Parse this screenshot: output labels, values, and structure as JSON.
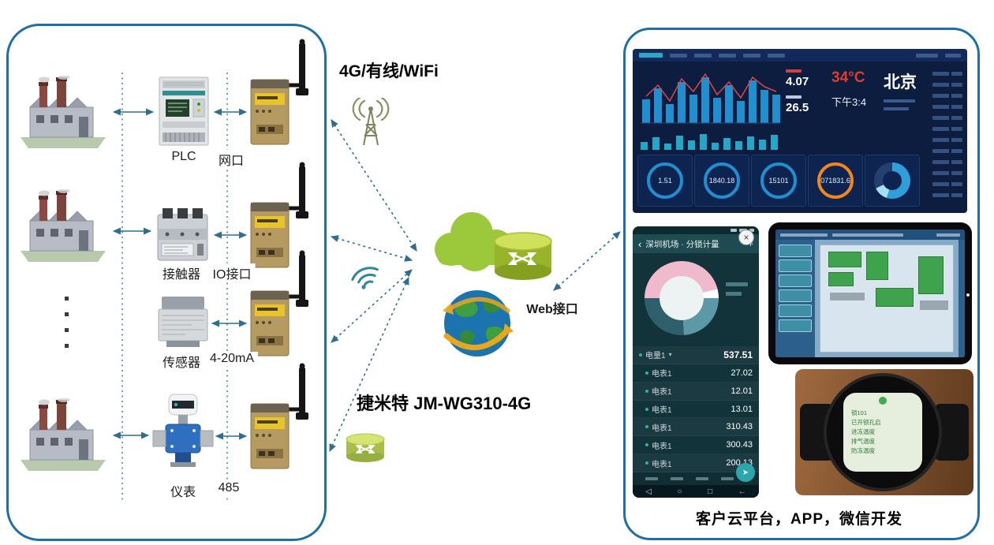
{
  "left_panel": {
    "rows": [
      {
        "device": "PLC",
        "port": "网口"
      },
      {
        "device": "接触器",
        "port": "IO接口"
      },
      {
        "device": "传感器",
        "port": "4-20mA"
      },
      {
        "device": "仪表",
        "port": "485"
      }
    ]
  },
  "middle": {
    "connectivity_label": "4G/有线/WiFi",
    "web_port_label": "Web接口",
    "gateway_name": "捷米特 JM-WG310-4G"
  },
  "right_panel": {
    "dashboard": {
      "kpi_top": "4.07",
      "kpi_bottom": "26.5",
      "temperature": "34°C",
      "time": "下午3:4",
      "city": "北京",
      "gauges": [
        "1.51",
        "1840.18",
        "15101",
        "071831.6"
      ]
    },
    "phone": {
      "title": "深圳机场 · 分锁计量",
      "rows": [
        {
          "label": "电量1",
          "value": "537.51"
        },
        {
          "label": "电表1",
          "value": "27.02"
        },
        {
          "label": "电表1",
          "value": "12.01"
        },
        {
          "label": "电表1",
          "value": "13.01"
        },
        {
          "label": "电表1",
          "value": "310.43"
        },
        {
          "label": "电表1",
          "value": "300.43"
        },
        {
          "label": "电表1",
          "value": "200.13"
        }
      ]
    },
    "watch": {
      "lines": [
        "锁101",
        "已开锁孔启",
        "进冻温度",
        "排气温度",
        "防冻温度"
      ]
    },
    "caption": "客户云平台，APP，微信开发"
  },
  "icons": {
    "back": "‹",
    "add": "+",
    "close": "×",
    "dropdown": "▾",
    "fab": "➤",
    "nav_menu": "◁",
    "nav_home": "○",
    "nav_recent": "□",
    "nav_back": "←"
  },
  "colors": {
    "panel_border": "#1e6fa5",
    "arrow": "#2e6e8e",
    "cloud_green": "#9cc93c",
    "alert_red": "#e23b2e",
    "gauge_blue": "#1f8fd0",
    "gauge_orange": "#f0861d"
  }
}
